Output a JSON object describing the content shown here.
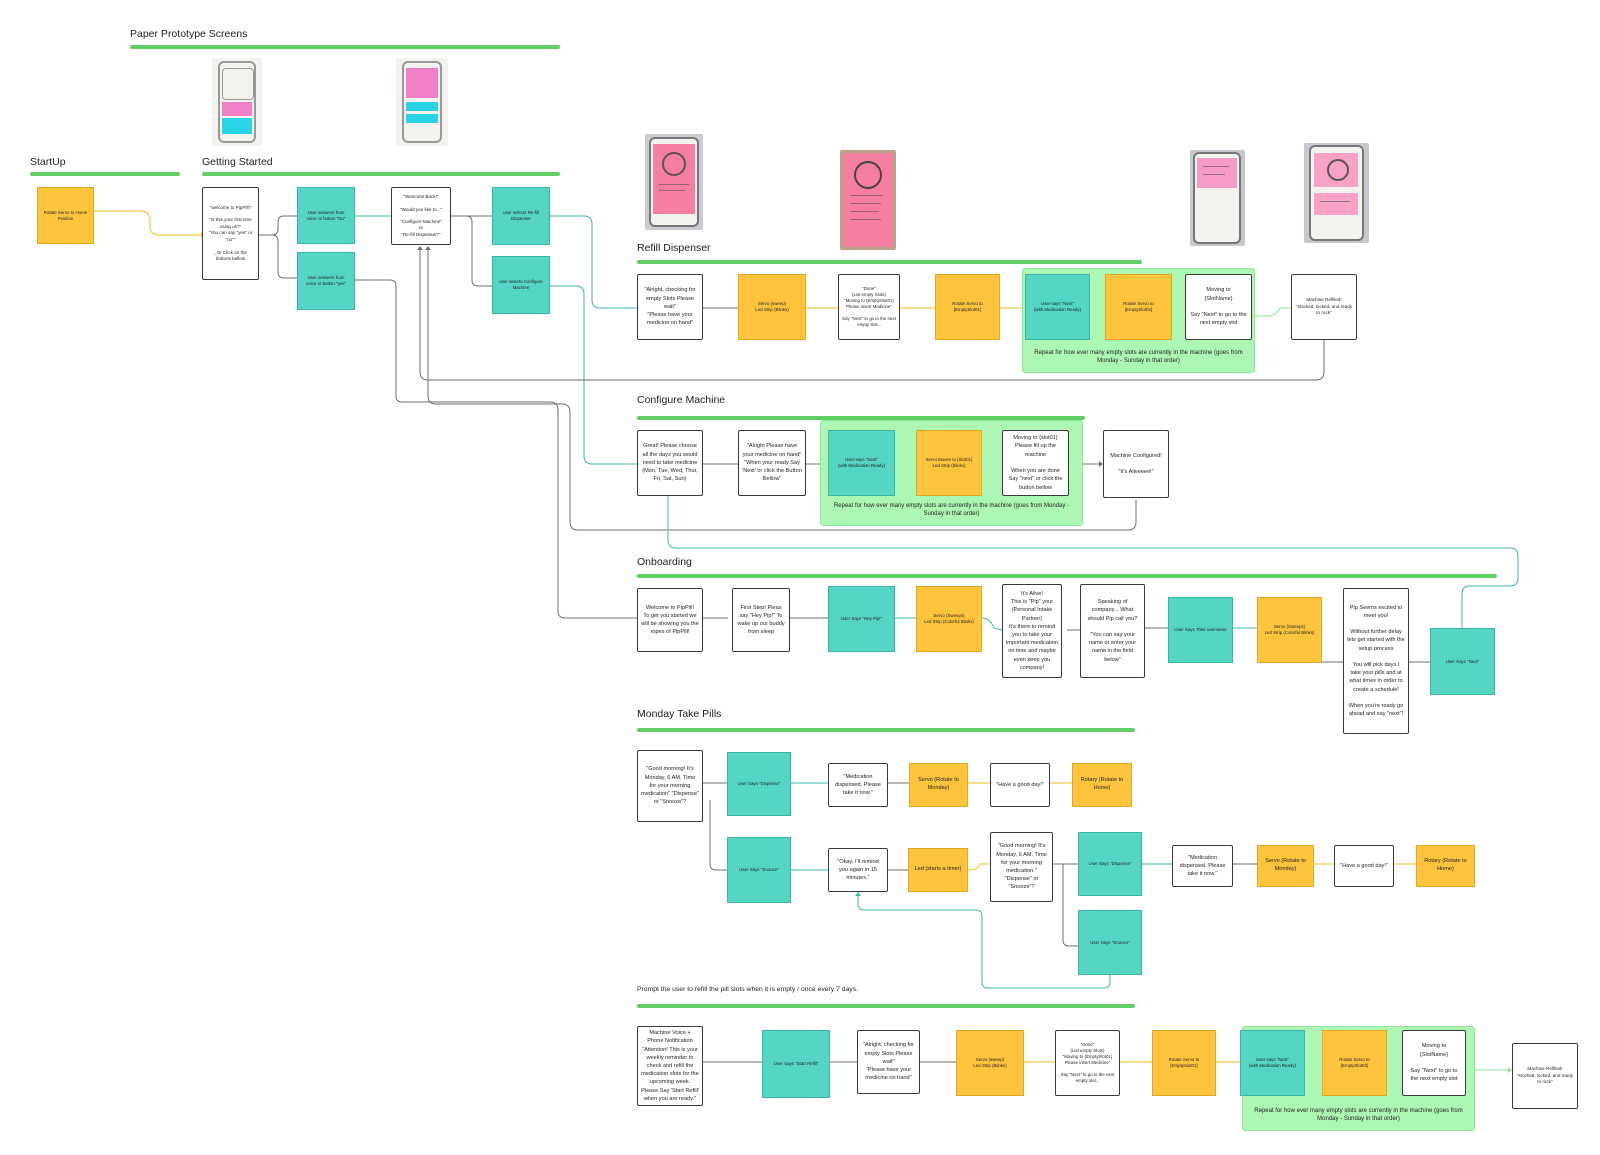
{
  "sections": {
    "paper_prototype": "Paper Prototype Screens",
    "startup": "StartUp",
    "getting_started": "Getting Started",
    "refill": "Refill Dispenser",
    "configure": "Configure Machine",
    "onboarding": "Onboarding",
    "monday": "Monday Take Pills"
  },
  "startup": {
    "rotate_home": "Rotate Servo to Home Position"
  },
  "getting_started": {
    "welcome": "\"welcome to PipPill!\"\n\n\"Is this your first time using us?\"\n\"You can say \"yes\" or \"no\"\"\n\n_Or Click on the buttons bellow",
    "answer_no": "User answers from voice or button \"No\"",
    "answer_yes": "User answers from voice or button \"yes\"",
    "welcome_back": "\"Welcome Back!\"\n\n\"Would you like to...\"\n\n\"Configure Machine\"\nor\n\"Re-fill Dispenser?\"",
    "select_refill": "user selects Re-fill Dispenser",
    "select_configure": "user selects Configure Machine"
  },
  "refill": {
    "checking": "\"Alright, checking for empty Slots Please wait\"\n\"Please have your medicine on hand\"",
    "servo_sweep": "Servo (sweep)\nLed Strip (Blinks)",
    "done": "\"Done\"\n(List empty Slots)\n\"Moving to {EmptySlot01}\nPlease insert Medicine\"\n\nSay \"Next\" to go to the next empty slot...",
    "rotate_slot01": "Rotate Servo to {EmptySlot01}",
    "user_next": "User says \"Next\"\n(with Medication Ready)",
    "rotate_slot02": "Rotate Servo to {EmptySlot02}",
    "moving": "Moving to\n{SlotName}\n\nSay \"Next\" to go to the next empty slot",
    "refilled": "Machine Refilled!\n\"stocked, locked, and ready to rock\"",
    "repeat_note": "Repeat for how ever many empty slots are currently in the machine (goes from Monday - Sunday in that order)"
  },
  "configure": {
    "choose_days": "Great! Please choose all the days you would need to take medicine\n(Mon, Tue, Wed, Thur, Fri, Sat, Sun)",
    "have_medicine": "\"Alright Please have your medicine on hand\"\n\"When your ready Say 'Next' or click the Button Bellow\"",
    "user_next": "User says \"Next\"\n(with Medication Ready)",
    "servo_moves": "Servo Moves to {Slot01}\nLed Strip (blinks)",
    "moving_slot": "Moving to {slot01}\nPlease fill up the machine\n\nWhen you are done Say \"next\" or click the button bellow",
    "configured": "Machine Configured!\n\n\"It's Aliveeee!\"",
    "repeat_note": "Repeat for how ever many empty slots are currently in the machine (goes from Monday - Sunday in that order)"
  },
  "onboarding": {
    "welcome": "Welcome to PipPill!\nTo get you started we will be showing you the ropes of PipPill!",
    "first_step": "First Step! Pleas say \"Hey Pip!\" To wake up our buddy from sleep",
    "hey_pip": "User Says \"Hey Pip!\"",
    "servo_sweeps": "Servo (Sweeps)\nLed Strip (Colorful Blinks)",
    "its_alive": "It's Alive!\nThis is \"Pip\" your (Personal Intake Partner)\nIt's there to remind you to take your important medication on time and maybe even keep you company!",
    "speaking": "Speaking of company... What should Pip call you?\n\n\"You can say your name or enter your name in the field below\"",
    "user_username": "User Says Their username",
    "servo_sweeps2": "Servo (Sweeps)\nLed Strip (Colorful Blinks)",
    "excited": "Pip Seems excited to meet you!\n\nWithout further delay lets get started with the setup process\n\nYou will pick days t take your pills and at what times in order to create a schedule!\n\nWhen you're ready go ahead and say \"next\"!",
    "user_next": "User Says \"Next\""
  },
  "monday": {
    "good_morning": "\"Good morning! It's Monday, 6 AM. Time for your morning medication\" \"Dispense\" or \"Snooze\"?",
    "user_dispense": "User Says \"Dispense\"",
    "dispensed": "\"Medication dispensed. Please take it now.\"",
    "servo_rotate": "Servo (Rotate to Monday)",
    "have_good_day": "\"Have a good day!\"",
    "rotary_home": "Rotary (Rotate to Home)",
    "user_snooze": "User Says \"Snooze\"",
    "remind": "\"Okay, I'll remind you again in 15 minutes.\"",
    "led_timer": "Led (starts a timer)",
    "good_morning2": "\"Good morning! It's Monday, 6 AM. Time for your morning medication.\" \"Dispense\" or \"Snooze\"?",
    "user_dispense2": "User Says \"Dispense\"",
    "user_snooze2": "User Says \"Snooze\"",
    "dispensed2": "\"Medication dispensed. Please take it now.\"",
    "servo_rotate2": "Servo (Rotate to Monday)",
    "have_good_day2": "\"Have a good day!\"",
    "rotary_home2": "Rotary (Rotate to Home)"
  },
  "weekly": {
    "prompt": "Prompt the user to refill the pill slots when it is empty  / once every 7 days.",
    "notification": "Machine Voice + Phone Notification\n\"Attention! This is your weekly reminder to check and refill the medication slots for the upcoming week. Please Say 'Start Refill' when you are ready.\"",
    "start_refill": "User Says \"Start Refill\"",
    "checking": "\"Alright, checking for empty Slots Please wait\"\n\"Please have your medicine on hand\"",
    "servo_sweep": "Servo (sweep)\nLed Strip (Blinks)",
    "done": "\"Done\"\n(List empty Slots)\n\"Moving to {EmptySlot01}\nPlease insert Medicine\"\n\nSay \"Next\" to go to the next empty slot...",
    "rotate_slot01": "Rotate Servo to {EmptySlot01}",
    "user_next": "User says \"Next\"\n(with Medication Ready)",
    "rotate_slot02": "Rotate Servo to {EmptySlot02}",
    "moving": "Moving to\n{SlotName}\n\nSay \"Next\" to go to the next empty slot",
    "refilled": "Machine Refilled!\n\"stocked, locked, and ready to rock\"",
    "repeat_note": "Repeat for how ever many empty slots are currently in the machine (goes from Monday - Sunday in that order)"
  },
  "colors": {
    "teal_wire": "#3bb7a8",
    "yellow_wire": "#f5b81c",
    "gray_wire": "#6f6f6f",
    "green_bar": "#5fcf66",
    "zone_green": "#acf7b3",
    "yellow_card": "#ffc43d",
    "teal_card": "#55d6c4"
  }
}
